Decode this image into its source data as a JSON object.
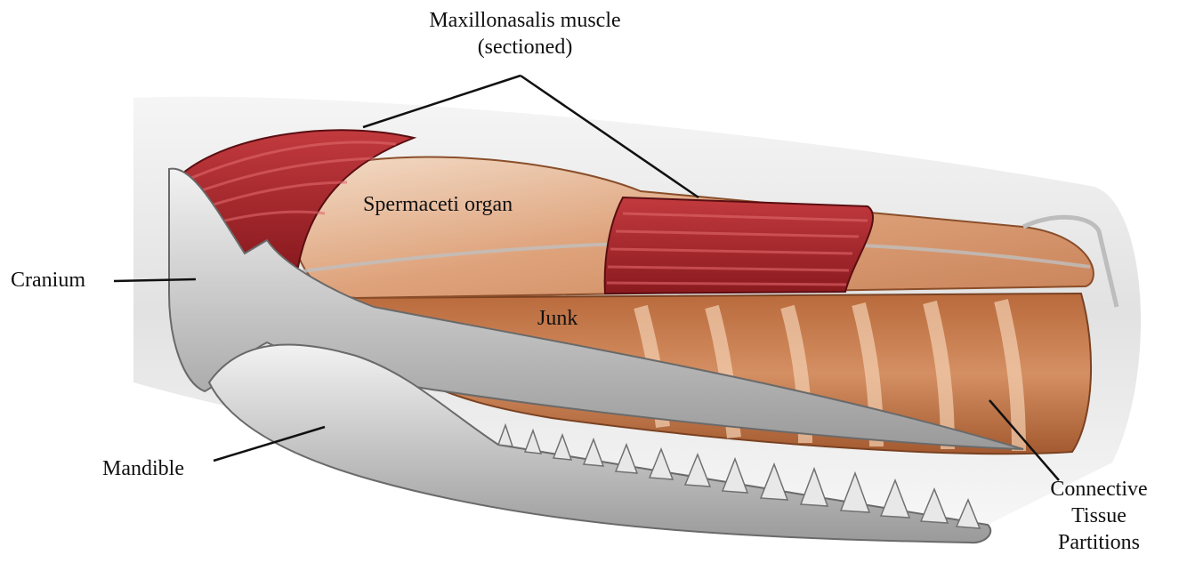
{
  "labels": {
    "maxillonasalis_line1": "Maxillonasalis muscle",
    "maxillonasalis_line2": "(sectioned)",
    "spermaceti": "Spermaceti organ",
    "junk": "Junk",
    "cranium": "Cranium",
    "mandible": "Mandible",
    "connective_line1": "Connective",
    "connective_line2": "Tissue",
    "connective_line3": "Partitions"
  },
  "colors": {
    "muscle": "#a3242a",
    "muscle_dark": "#6e1216",
    "spermaceti": "#d9a27c",
    "junk": "#c47a4a",
    "bone": "#d6d6d6",
    "bone_shadow": "#8a8a8a",
    "body_shadow": "#cfcfcf"
  }
}
